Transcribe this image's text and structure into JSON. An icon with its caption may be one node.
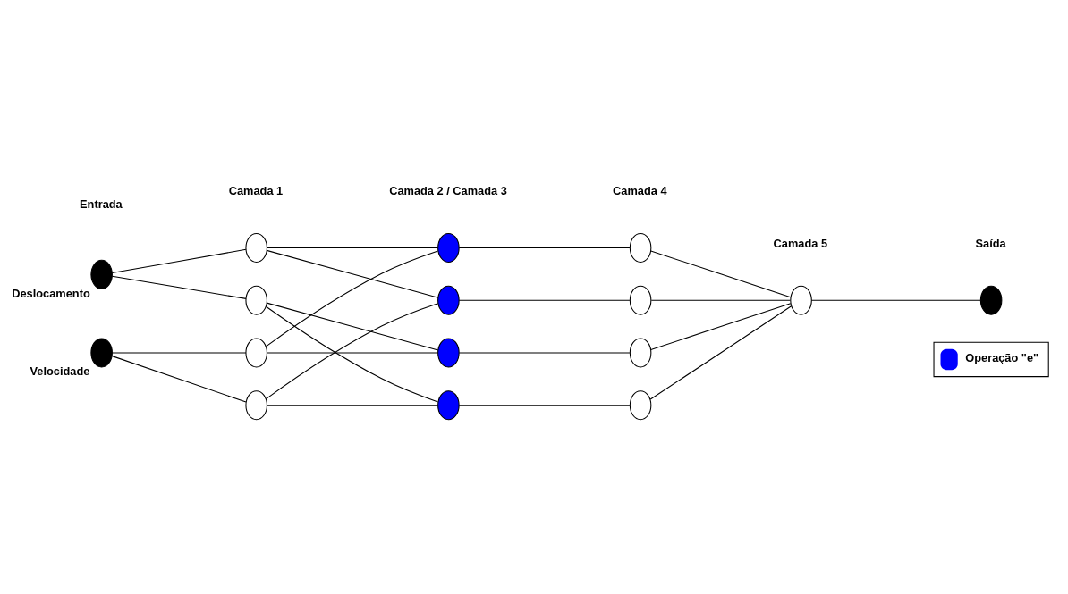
{
  "diagram": {
    "nodes": [
      {
        "text": [],
        "shape": "circle",
        "beside": [
          "Deslocamento"
        ]
      },
      {
        "text": [],
        "shape": "circle",
        "beside": [
          "Velocidade"
        ]
      },
      {
        "text": [],
        "shape": "circle"
      },
      {
        "text": [],
        "shape": "circle"
      },
      {
        "text": [],
        "shape": "circle"
      },
      {
        "text": [],
        "shape": "circle"
      },
      {
        "text": [],
        "shape": "circle"
      },
      {
        "text": [],
        "shape": "circle"
      },
      {
        "text": [],
        "shape": "circle"
      },
      {
        "text": [],
        "shape": "circle"
      },
      {
        "text": [],
        "shape": "circle"
      },
      {
        "text": [],
        "shape": "circle"
      },
      {
        "text": [],
        "shape": "circle"
      },
      {
        "text": [],
        "shape": "circle"
      },
      {
        "text": [],
        "shape": "circle"
      },
      {
        "text": [],
        "shape": "circle"
      }
    ],
    "edges": [
      {
        "from": 0,
        "to": 2,
        "arrow": "none"
      },
      {
        "from": 0,
        "to": 3,
        "arrow": "none"
      },
      {
        "from": 1,
        "to": 4,
        "arrow": "none"
      },
      {
        "from": 1,
        "to": 5,
        "arrow": "none"
      },
      {
        "from": 2,
        "to": 6,
        "arrow": "none"
      },
      {
        "from": 2,
        "to": 7,
        "arrow": "none"
      },
      {
        "from": 3,
        "to": 8,
        "arrow": "none"
      },
      {
        "from": 3,
        "to": 9,
        "arrow": "none"
      },
      {
        "from": 4,
        "to": 6,
        "arrow": "none"
      },
      {
        "from": 4,
        "to": 8,
        "arrow": "none"
      },
      {
        "from": 5,
        "to": 7,
        "arrow": "none"
      },
      {
        "from": 5,
        "to": 9,
        "arrow": "none"
      },
      {
        "from": 6,
        "to": 10,
        "arrow": "none"
      },
      {
        "from": 7,
        "to": 11,
        "arrow": "none"
      },
      {
        "from": 8,
        "to": 12,
        "arrow": "none"
      },
      {
        "from": 9,
        "to": 13,
        "arrow": "none"
      },
      {
        "from": 10,
        "to": 14,
        "arrow": "none"
      },
      {
        "from": 11,
        "to": 14,
        "arrow": "none"
      },
      {
        "from": 12,
        "to": 14,
        "arrow": "none"
      },
      {
        "from": 13,
        "to": 14,
        "arrow": "none"
      },
      {
        "from": 14,
        "to": 15,
        "arrow": "none"
      }
    ],
    "labels": [
      "Entrada",
      "Camada 1",
      "Camada 2 / Camada 3",
      "Camada 4",
      "Camada 5",
      "Saída"
    ],
    "legend": [
      {
        "text": "Operação \"e\"",
        "color": "#0000ff"
      }
    ]
  }
}
